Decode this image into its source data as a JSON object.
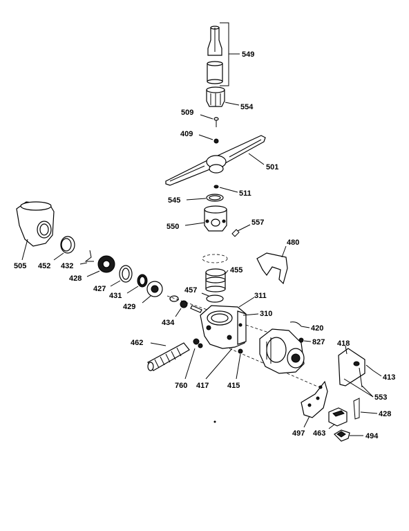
{
  "callouts": {
    "c549": "549",
    "c554": "554",
    "c509": "509",
    "c409": "409",
    "c501": "501",
    "c511": "511",
    "c545": "545",
    "c550": "550",
    "c557": "557",
    "c480": "480",
    "c505": "505",
    "c452": "452",
    "c432": "432",
    "c428a": "428",
    "c427": "427",
    "c431": "431",
    "c429": "429",
    "c455": "455",
    "c457": "457",
    "c434": "434",
    "c311": "311",
    "c310": "310",
    "c420": "420",
    "c827": "827",
    "c462": "462",
    "c418": "418",
    "c413": "413",
    "c553": "553",
    "c760": "760",
    "c417": "417",
    "c415": "415",
    "c428b": "428",
    "c497": "497",
    "c463": "463",
    "c494": "494"
  }
}
